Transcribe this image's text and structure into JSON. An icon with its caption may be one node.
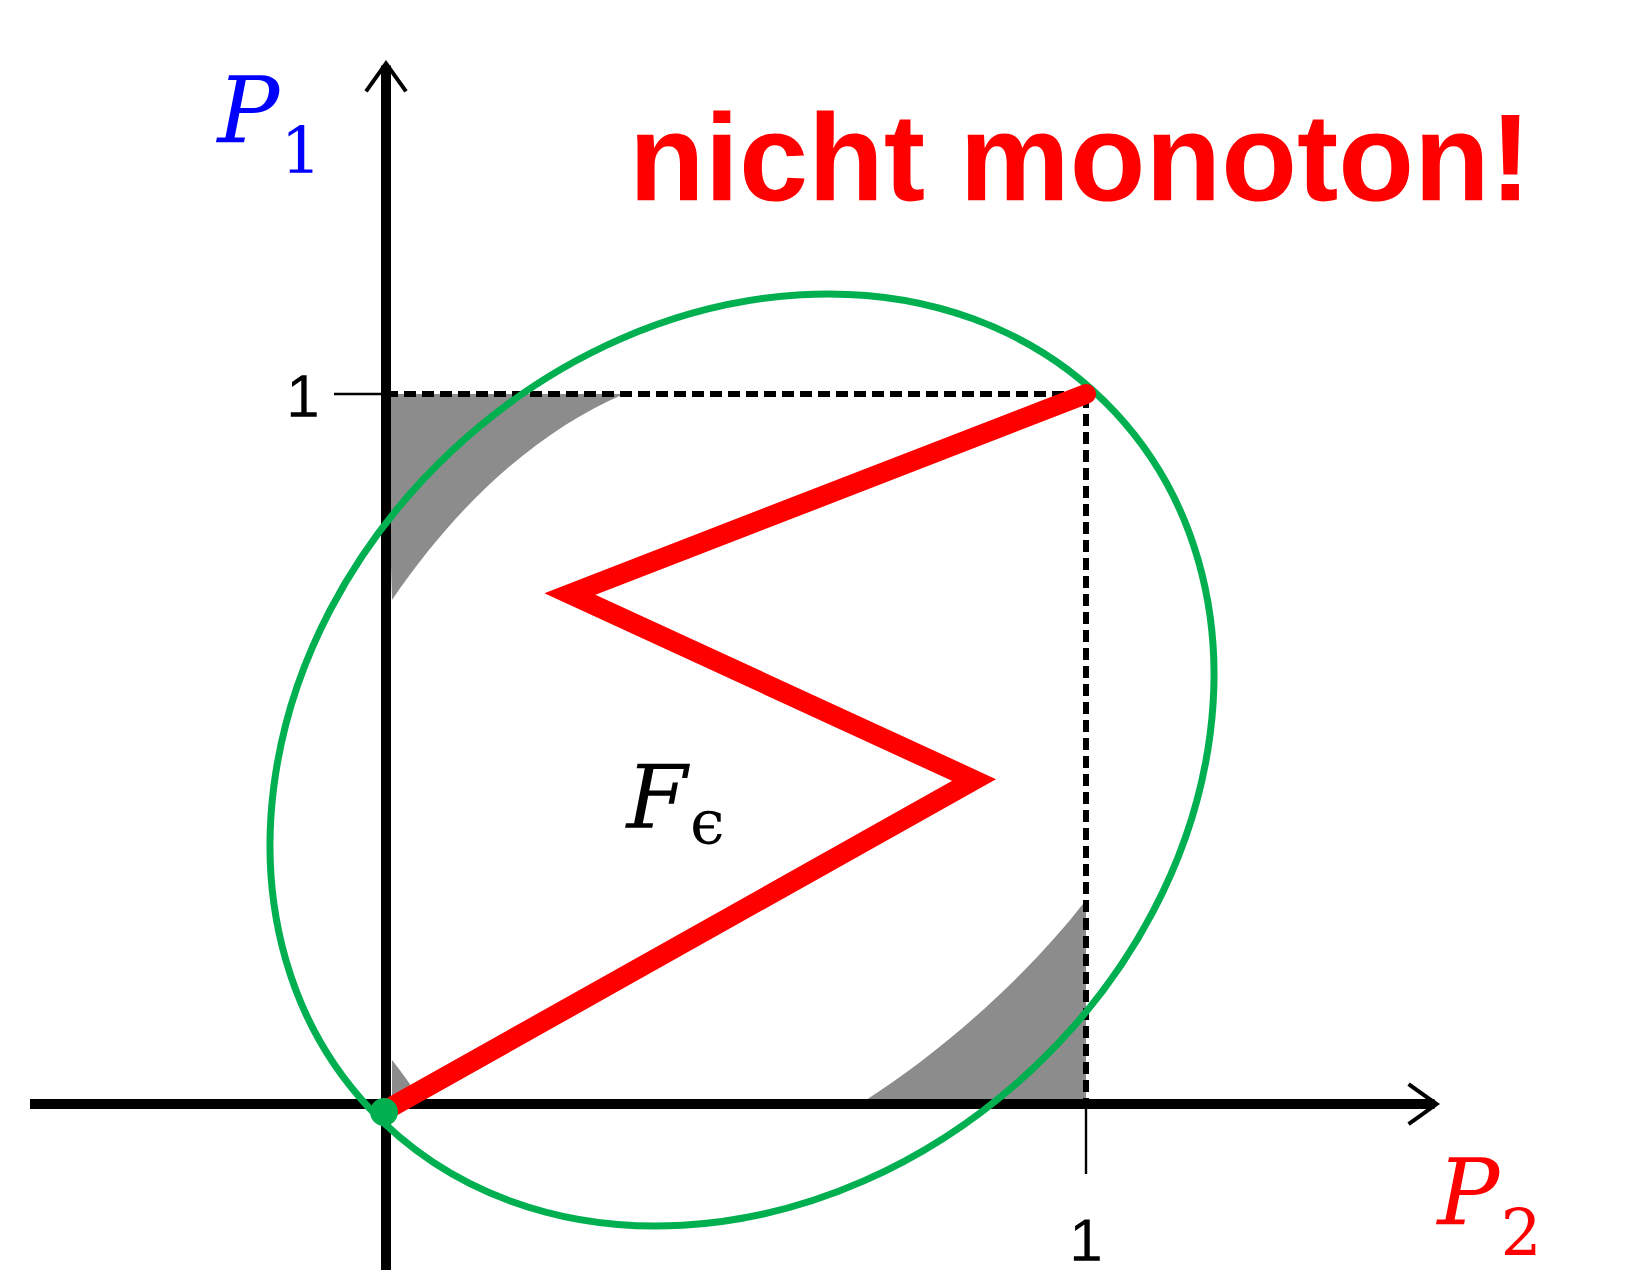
{
  "diagram": {
    "labels": [
      "*P*$_{1}$",
      "nicht monoton!",
      "1",
      "*F*$_{ϵ}$",
      "1",
      "*P*$_{2}$"
    ]
  }
}
